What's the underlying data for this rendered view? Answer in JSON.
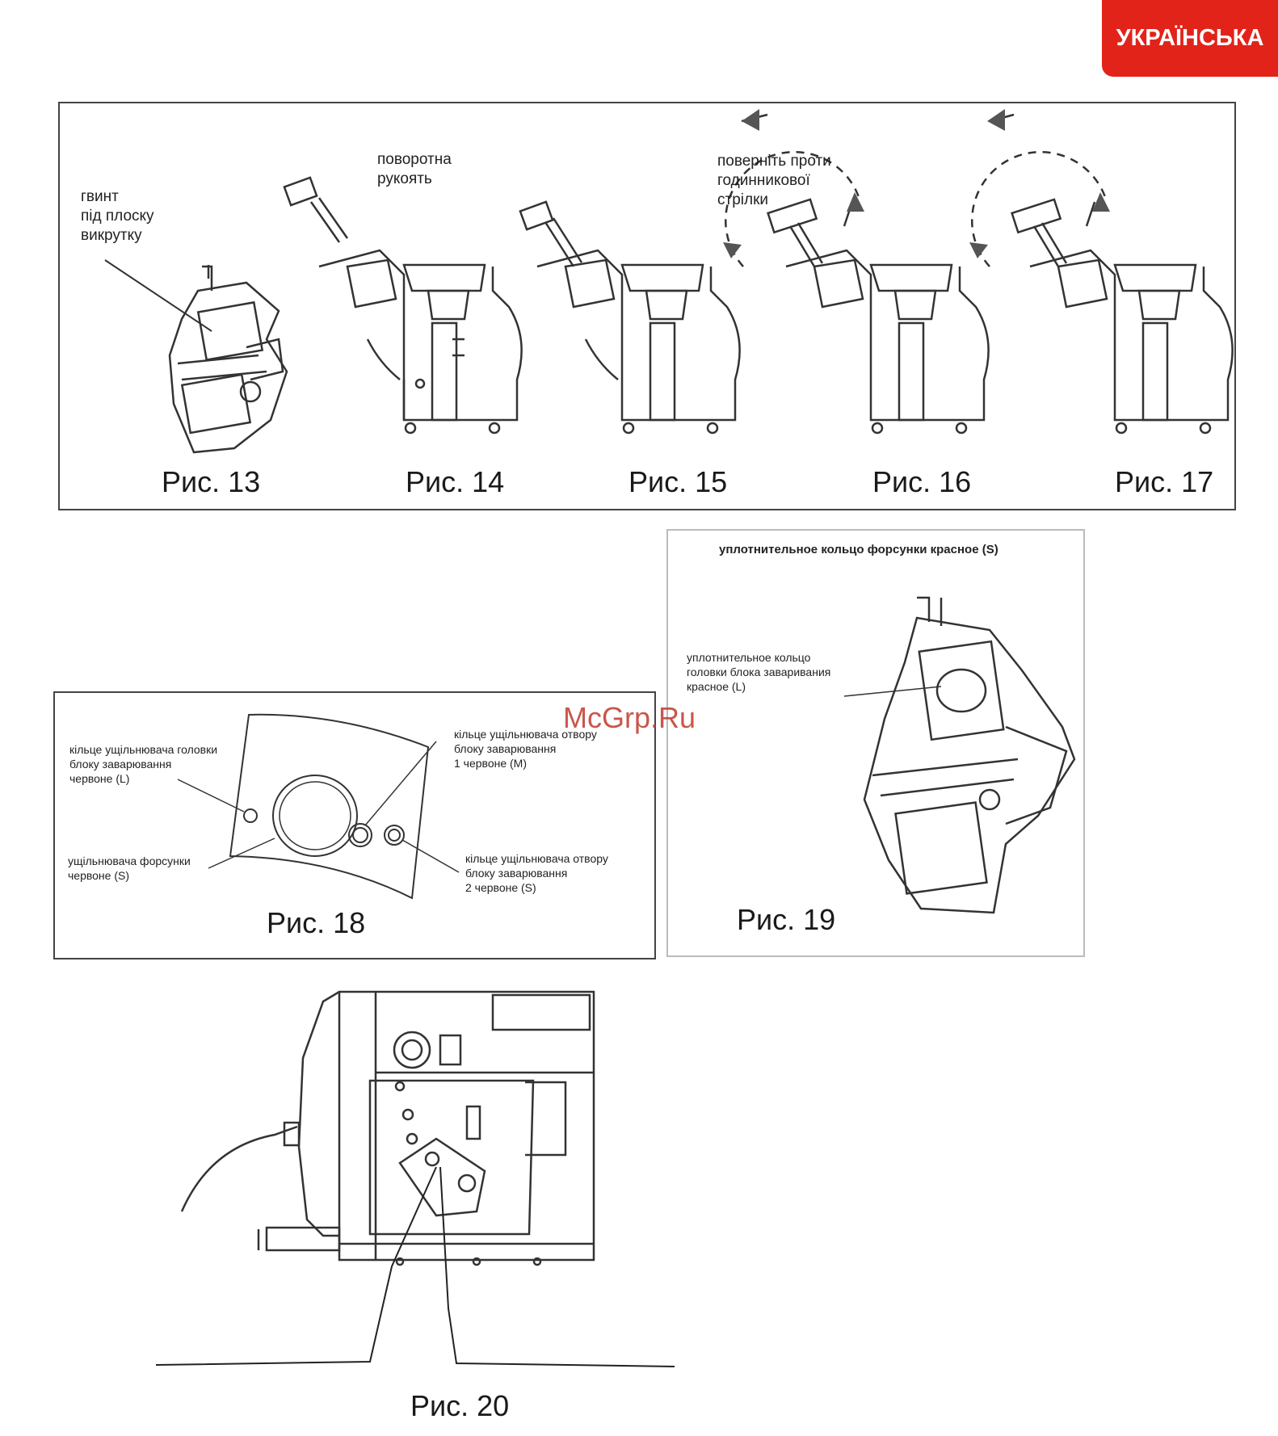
{
  "language_badge": "УКРАЇНСЬКА",
  "top_panel": {
    "figures": [
      {
        "label": "Рис. 13"
      },
      {
        "label": "Рис. 14"
      },
      {
        "label": "Рис. 15"
      },
      {
        "label": "Рис. 16"
      },
      {
        "label": "Рис. 17"
      }
    ],
    "annotations": {
      "screw": "гвинт\nпід плоску\nвикрутку",
      "handle": "поворотна\nрукоять",
      "rotate": "поверніть проти\nгодинникової\nстрілки"
    }
  },
  "fig18": {
    "label": "Рис. 18",
    "annotations": {
      "head_ring": "кільце ущільнювача головки\n блоку заварювання\nчервоне (L)",
      "nozzle_seal": "ущільнювача форсунки\nчервоне (S)",
      "hole1_ring": "кільце ущільнювача отвору\nблоку заварювання\n1 червоне (M)",
      "hole2_ring": "кільце ущільнювача отвору\nблоку заварювання\n2 червоне (S)"
    }
  },
  "fig19": {
    "label": "Рис. 19",
    "title": "уплотнительное кольцо форсунки красное (S)",
    "annotation": "уплотнительное кольцо\nголовки блока заваривания\nкрасное (L)"
  },
  "fig20": {
    "label": "Рис. 20"
  },
  "watermark": "McGrp.Ru"
}
